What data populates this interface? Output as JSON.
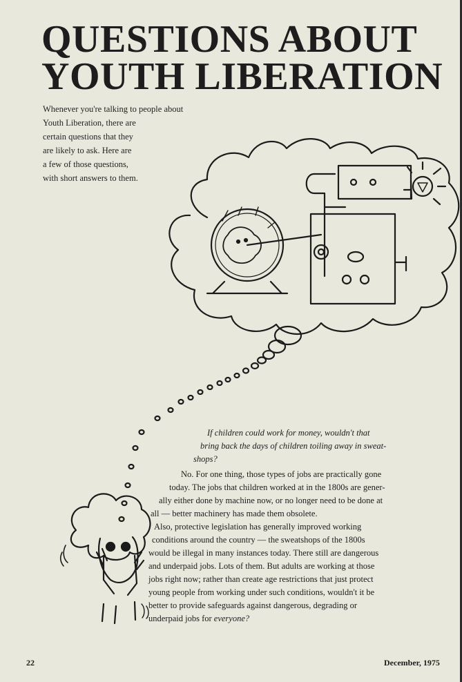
{
  "article": {
    "title_lines": [
      "QUESTIONS ABOUT",
      "YOUTH LIBERATION"
    ],
    "intro_lines": [
      "Whenever you're talking to people about",
      "Youth Liberation, there are",
      "certain questions that they",
      "are likely to ask. Here are",
      "a few of those questions,",
      "with short answers to them."
    ],
    "question_lines": [
      "If children could work for money, wouldn't that",
      "bring back the days of children toiling away in sweat-",
      "shops?"
    ],
    "answer_lines": [
      "No. For one thing, those types of jobs are practically gone",
      "today. The jobs that children worked at in the 1800s are gener-",
      "ally either done by machine now, or no longer need to be done at",
      "all — better machinery has made them obsolete.",
      "Also, protective legislation has generally improved working",
      "conditions around the country — the sweatshops of the 1800s",
      "would be illegal in many instances today. There still are dangerous",
      "and underpaid jobs. Lots of them. But adults are working at those",
      "jobs right now; rather than create age restrictions that just protect",
      "young people from working under such conditions, wouldn't it be",
      "better to provide safeguards against dangerous, degrading or",
      "underpaid jobs for"
    ],
    "answer_emphasis": "everyone?"
  },
  "footer": {
    "page_number": "22",
    "issue_date": "December, 1975"
  },
  "colors": {
    "paper": "#e8e9dc",
    "ink": "#1b1b1b"
  },
  "illustration": {
    "icons": [
      "thought-bubble-icon",
      "hamster-wheel-icon",
      "machine-icon",
      "light-bulb-icon",
      "worried-child-icon"
    ]
  }
}
